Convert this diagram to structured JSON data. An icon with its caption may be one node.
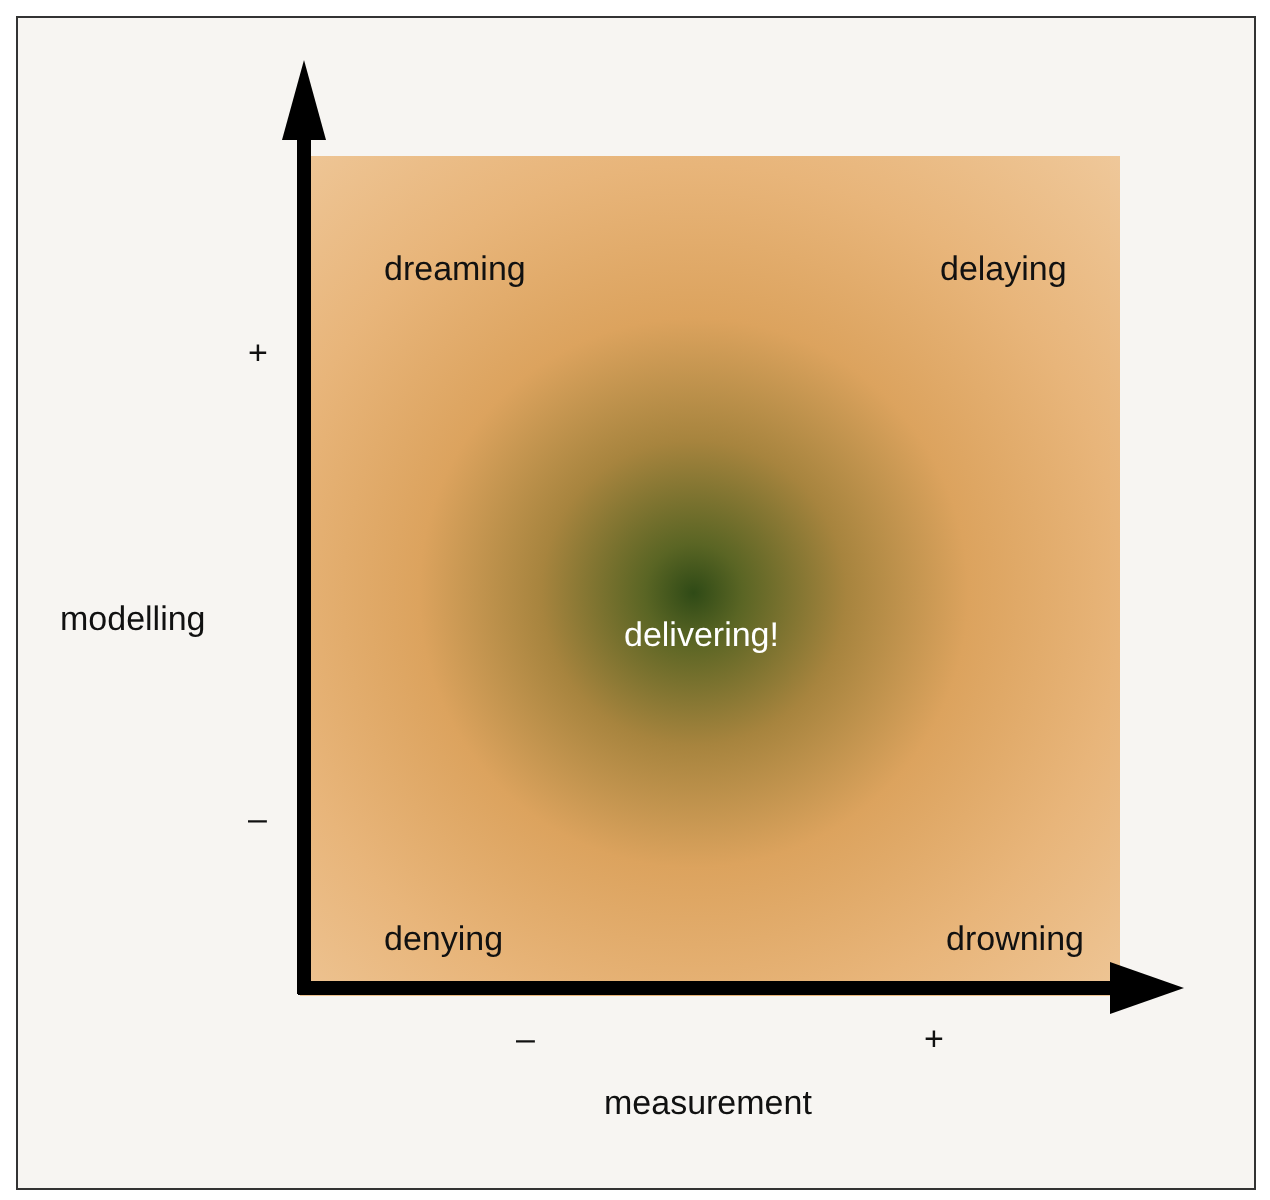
{
  "diagram": {
    "labels": [
      "dreaming",
      "delaying",
      "+",
      "modelling",
      "delivering!",
      "–",
      "denying",
      "drowning",
      "–",
      "+",
      "measurement"
    ]
  }
}
